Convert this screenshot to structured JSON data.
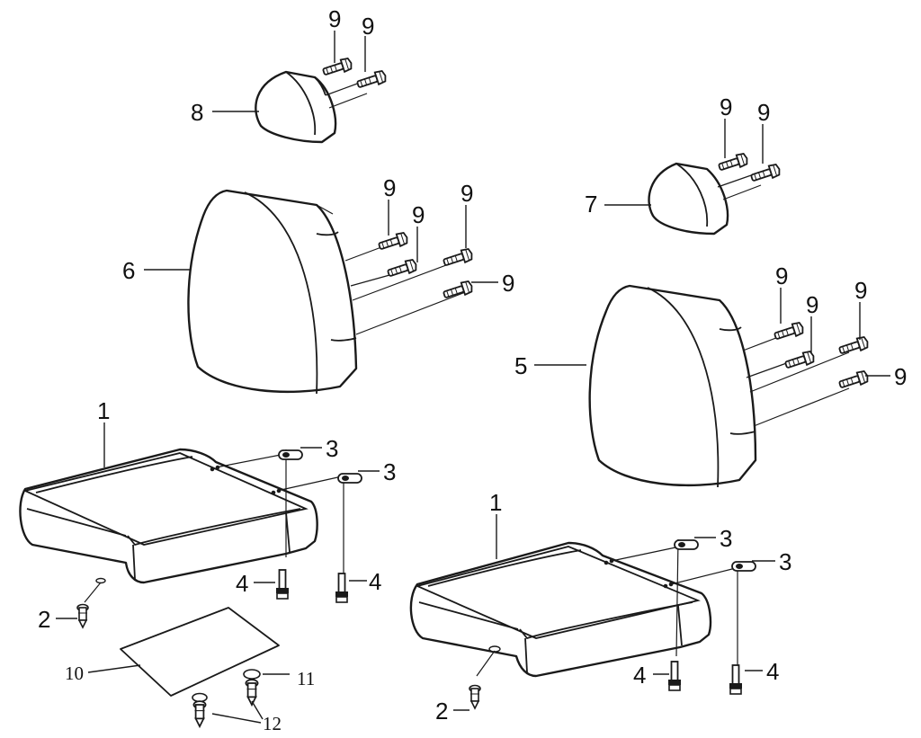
{
  "labels": {
    "seat_cushion": "1",
    "rivet": "2",
    "bracket": "3",
    "bolt_seat": "4",
    "backrest_right": "5",
    "backrest_left": "6",
    "headrest_right": "7",
    "headrest_left": "8",
    "bolt_back": "9",
    "pad": "10",
    "washer": "11",
    "clip": "12"
  },
  "colors": {
    "line": "#1a1a1a",
    "background": "#ffffff"
  }
}
